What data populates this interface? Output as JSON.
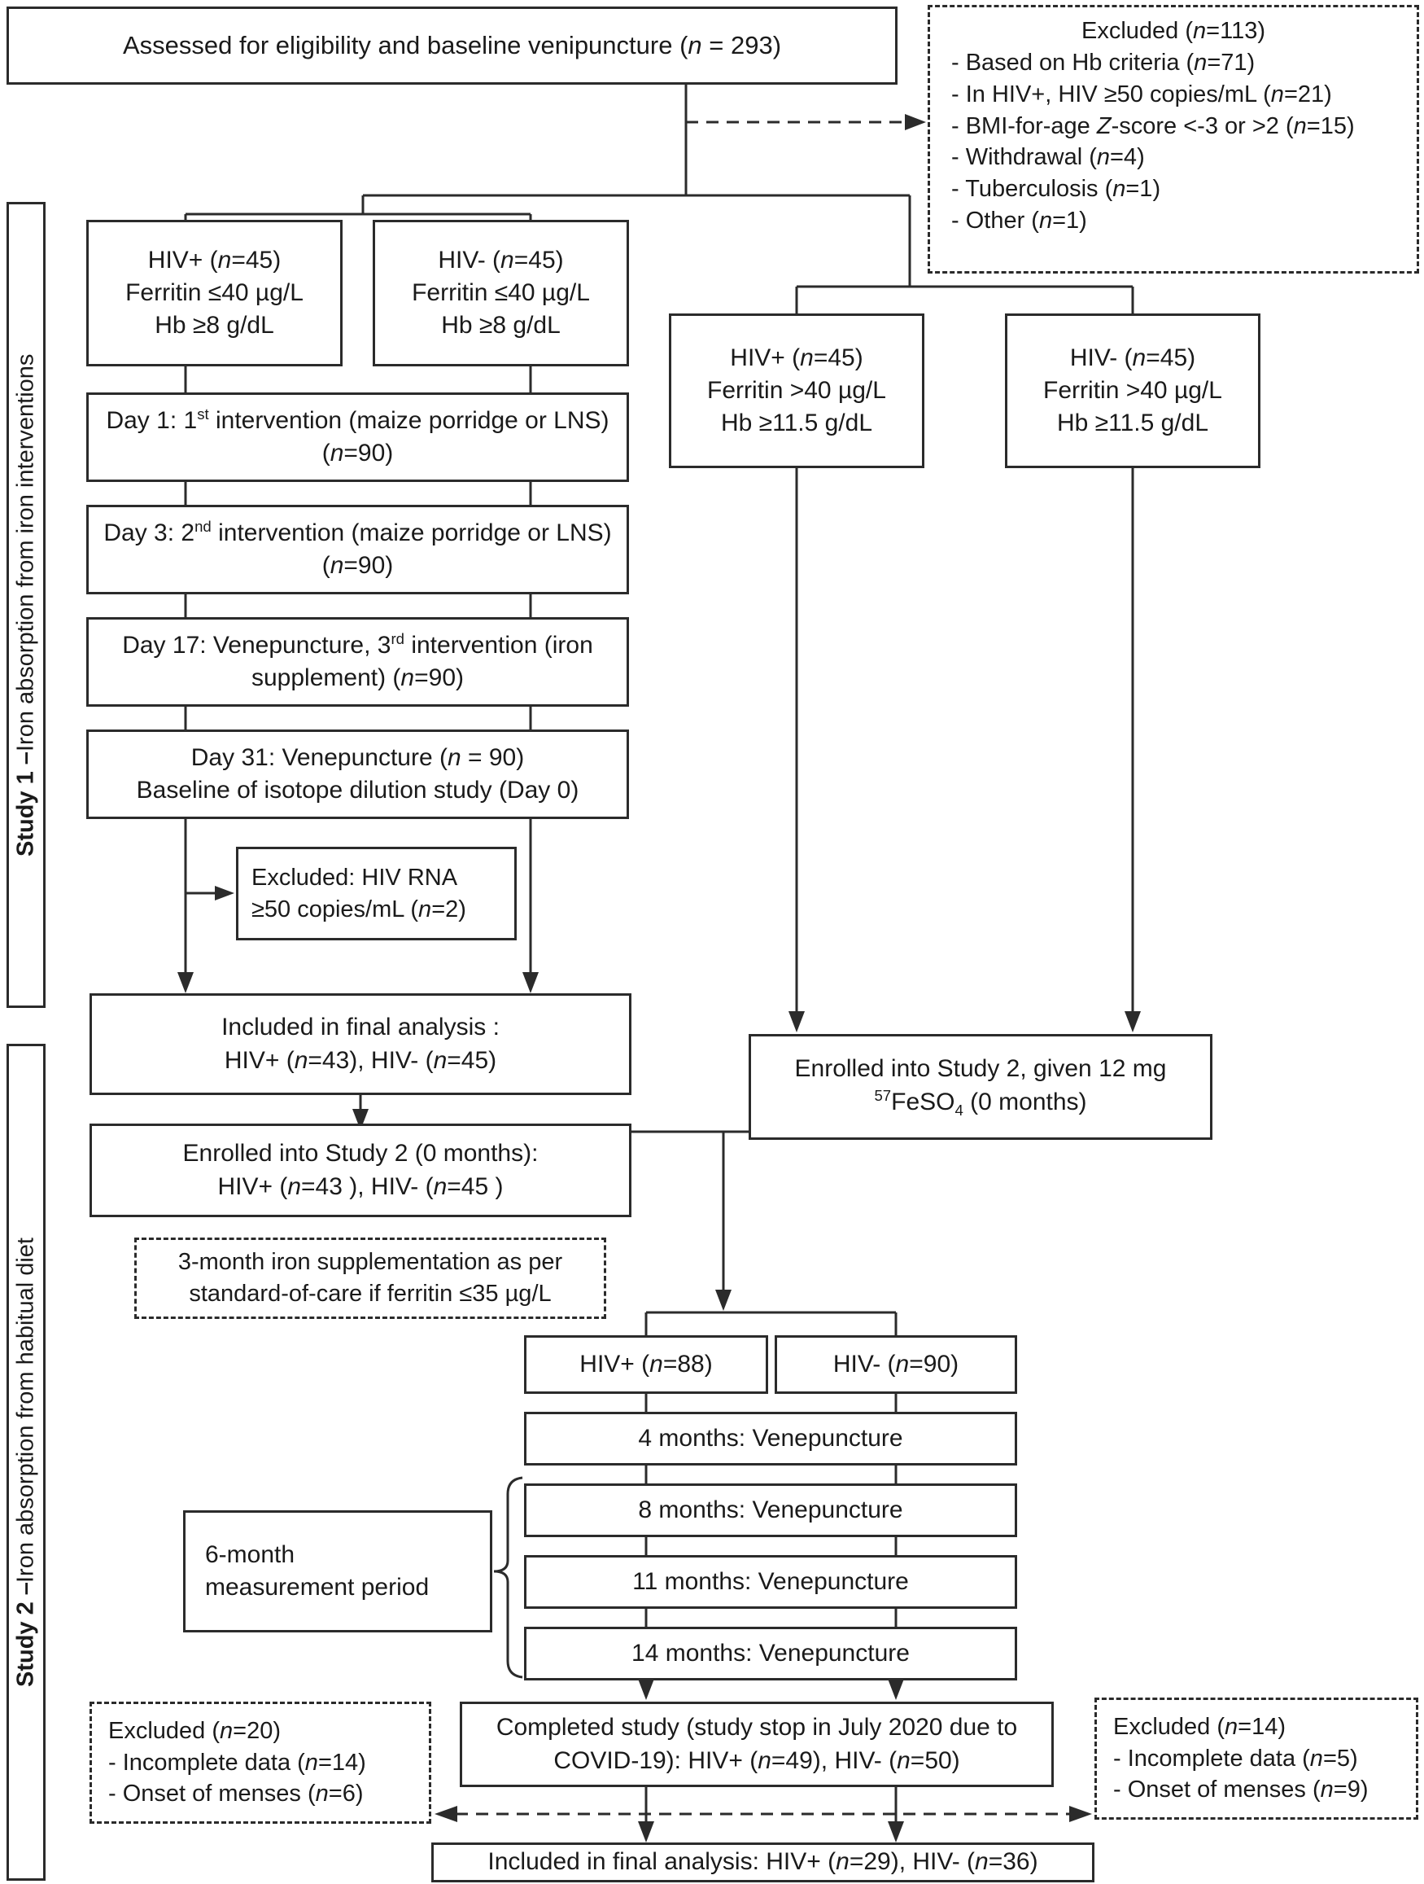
{
  "sidebar": {
    "study1_bold": "Study 1 –",
    "study1_rest": " Iron absorption from iron interventions",
    "study2_bold": "Study 2 –",
    "study2_rest": " Iron absorption from habitual diet"
  },
  "flow": {
    "assessed": "Assessed for eligibility and baseline venipuncture (n = 293)",
    "excluded_top": {
      "title": "Excluded (n=113)",
      "items": [
        "- Based on Hb criteria (n=71)",
        "- In HIV+, HIV ≥50 copies/mL (n=21)",
        "- BMI-for-age Z-score <-3 or >2 (n=15)",
        "- Withdrawal (n=4)",
        "- Tuberculosis (n=1)",
        "- Other (n=1)"
      ]
    },
    "groups": {
      "pos_low": [
        "HIV+ (n=45)",
        "Ferritin ≤40 µg/L",
        "Hb ≥8 g/dL"
      ],
      "neg_low": [
        "HIV- (n=45)",
        "Ferritin ≤40 µg/L",
        "Hb ≥8 g/dL"
      ],
      "pos_high": [
        "HIV+ (n=45)",
        "Ferritin >40 µg/L",
        "Hb ≥11.5 g/dL"
      ],
      "neg_high": [
        "HIV- (n=45)",
        "Ferritin >40 µg/L",
        "Hb ≥11.5 g/dL"
      ]
    },
    "day1": "Day 1: 1^{st} intervention (maize porridge or LNS) (n=90)",
    "day3": "Day 3: 2^{nd} intervention (maize porridge or LNS) (n=90)",
    "day17": "Day 17: Venepuncture, 3^{rd} intervention (iron supplement) (n=90)",
    "day31": [
      "Day 31: Venepuncture (n = 90)",
      "Baseline of isotope dilution study (Day 0)"
    ],
    "excluded_rna": "Excluded: HIV RNA ≥50 copies/mL (n=2)",
    "included1": [
      "Included in final analysis :",
      "HIV+ (n=43), HIV- (n=45)"
    ],
    "enrolled_left": [
      "Enrolled into Study 2 (0 months):",
      "HIV+ (n=43 ), HIV- (n=45 )"
    ],
    "enrolled_right": [
      "Enrolled into Study 2, given 12 mg",
      "^{57}FeSO_{4} (0 months)"
    ],
    "supplementation": "3-month iron supplementation as per standard-of-care if ferritin ≤35 µg/L",
    "hiv88": "HIV+ (n=88)",
    "hiv90": "HIV- (n=90)",
    "months": [
      "4 months: Venepuncture",
      "8 months: Venepuncture",
      "11 months: Venepuncture",
      "14 months: Venepuncture"
    ],
    "measurement": [
      "6-month",
      "measurement period"
    ],
    "completed": "Completed study (study stop in July 2020 due to COVID-19): HIV+ (n=49), HIV- (n=50)",
    "excluded_left": {
      "title": "Excluded (n=20)",
      "items": [
        "- Incomplete data (n=14)",
        "- Onset of menses (n=6)"
      ]
    },
    "excluded_right": {
      "title": "Excluded (n=14)",
      "items": [
        "- Incomplete data (n=5)",
        "- Onset of menses (n=9)"
      ]
    },
    "final": "Included in final analysis: HIV+ (n=29), HIV- (n=36)"
  },
  "colors": {
    "line": "#2b2b2b",
    "text": "#1a1a1a",
    "background": "#ffffff"
  }
}
